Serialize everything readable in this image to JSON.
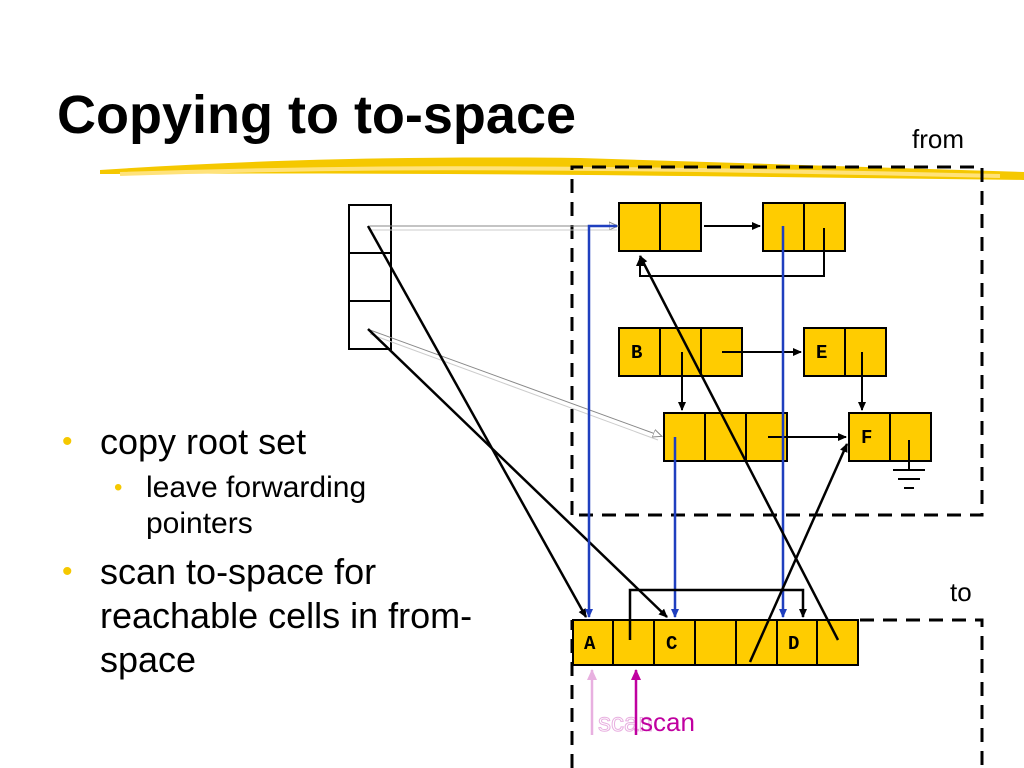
{
  "slide": {
    "title": "Copying to to-space",
    "bullets": [
      {
        "text": "copy root set",
        "sub": [
          "leave forwarding pointers"
        ]
      },
      {
        "text": "scan to-space for reachable cells in from-space",
        "sub": []
      }
    ]
  },
  "diagram": {
    "from_label": "from",
    "to_label": "to",
    "from_cells": {
      "b": "B",
      "e": "E",
      "f": "F"
    },
    "to_cells": {
      "a": "A",
      "c": "C",
      "d": "D"
    },
    "pointer_labels": {
      "scan": "scan",
      "scan_ghost": "scan"
    }
  },
  "colors": {
    "cell_fill": "#FFCC00",
    "accent_yellow": "#F5C800",
    "forward_pointer": "#1F3FBF",
    "scan_pointer": "#C000A0",
    "ghost_pointer": "#E8B0E0"
  },
  "bullet_glyph": "•"
}
